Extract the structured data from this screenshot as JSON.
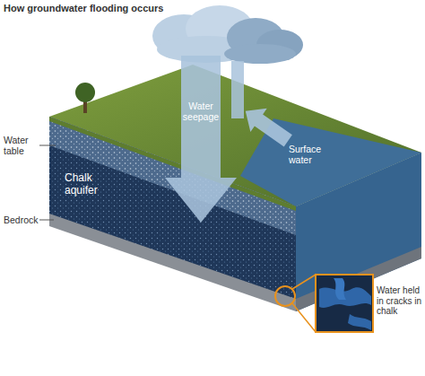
{
  "diagram": {
    "title": "How groundwater flooding occurs",
    "labels": [
      "Water table",
      "Chalk aquifer",
      "Bedrock",
      "Water seepage",
      "Surface water",
      "Water held in cracks in chalk"
    ]
  }
}
